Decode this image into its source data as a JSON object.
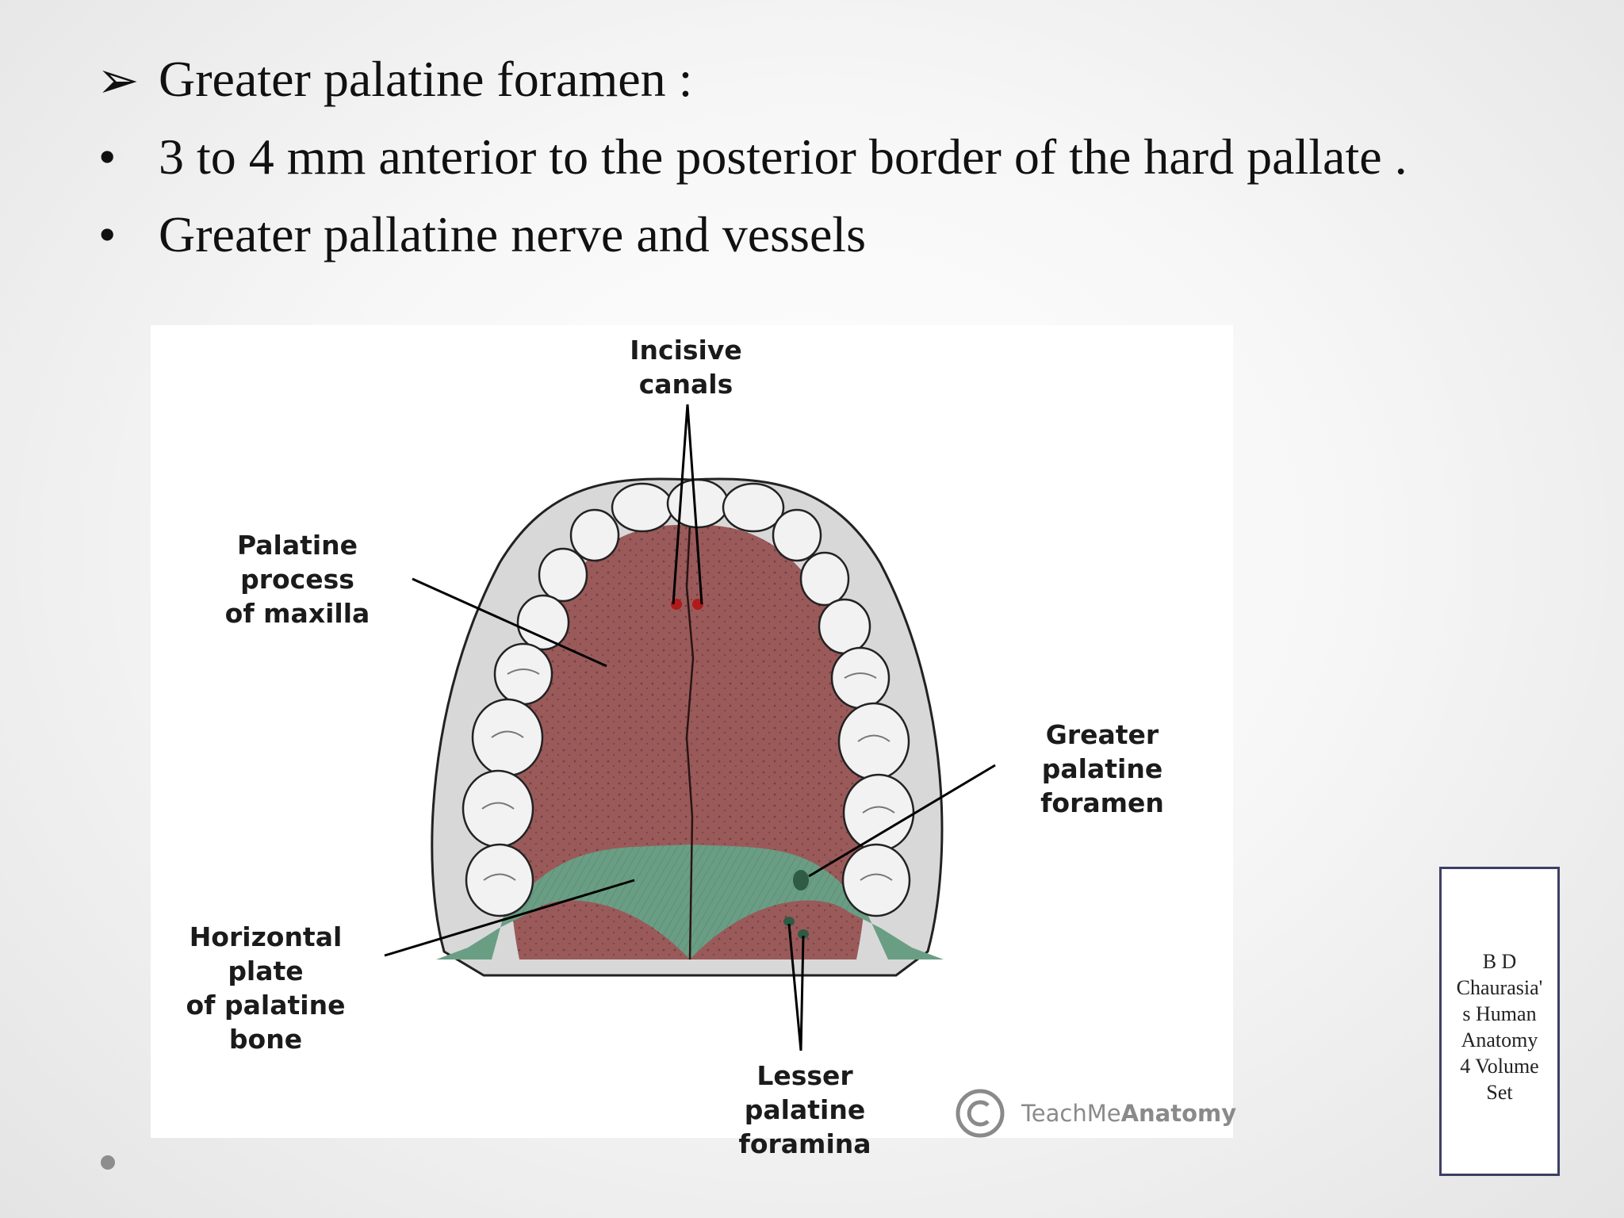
{
  "slide": {
    "bullets": [
      {
        "marker": "➢",
        "text": "Greater palatine foramen :"
      },
      {
        "marker": "•",
        "text": "3 to 4 mm anterior to the posterior border of the hard pallate ."
      },
      {
        "marker": "•",
        "text": "Greater pallatine nerve and vessels"
      }
    ]
  },
  "figure": {
    "labels": {
      "incisive": "Incisive\ncanals",
      "palatine_process": "Palatine process\nof maxilla",
      "greater_palatine": "Greater palatine\nforamen",
      "horizontal_plate": "Horizontal plate\nof palatine bone",
      "lesser_palatine": "Lesser palatine\nforamina"
    },
    "watermark": {
      "part1": "TeachMe",
      "part2": "Anatomy"
    },
    "colors": {
      "maxilla": "#9a5a5a",
      "palatine": "#6a9e84",
      "tooth": "#f2f2f2"
    }
  },
  "side_note": "B D\nChaurasia'\ns Human\nAnatomy\n4 Volume\nSet"
}
